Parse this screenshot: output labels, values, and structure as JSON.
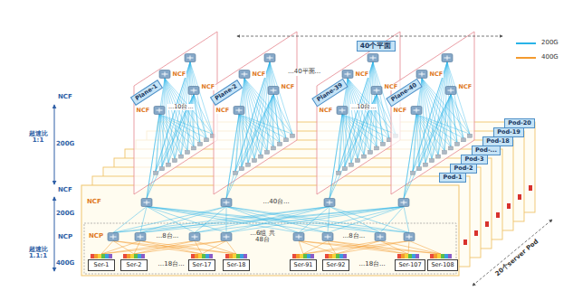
{
  "diagram": {
    "nodes": [
      {
        "text": [
          "40个平面"
        ]
      },
      {
        "text": [
          "Plane-1"
        ]
      },
      {
        "text": [
          "Plane-2"
        ]
      },
      {
        "text": [
          "Plane-39"
        ]
      },
      {
        "text": [
          "Plane-40"
        ]
      },
      {
        "text": [
          "Pod-20"
        ]
      },
      {
        "text": [
          "Pod-19"
        ]
      },
      {
        "text": [
          "Pod-18"
        ]
      },
      {
        "text": [
          "Pod-..."
        ]
      },
      {
        "text": [
          "Pod-3"
        ]
      },
      {
        "text": [
          "Pod-2"
        ]
      },
      {
        "text": [
          "Pod-1"
        ]
      },
      {
        "text": [
          "Ser-1"
        ]
      },
      {
        "text": [
          "Ser-2"
        ]
      },
      {
        "text": [
          "Ser-17"
        ]
      },
      {
        "text": [
          "Ser-18"
        ]
      },
      {
        "text": [
          "Ser-91"
        ]
      },
      {
        "text": [
          "Ser-92"
        ]
      },
      {
        "text": [
          "Ser-107"
        ]
      },
      {
        "text": [
          "Ser-108"
        ]
      }
    ],
    "labels": [
      "...40平面...",
      "NCF",
      "NCF",
      "NCF",
      "...10台...",
      "NCF",
      "NCF",
      "NCF",
      "NCF",
      "NCF",
      "NCF",
      "...10台...",
      "NCF",
      "NCF",
      "NCF",
      "NCF",
      "超速比 1:1",
      "200G",
      "NCF",
      "200G",
      "NCP",
      "超速比 1.1:1",
      "400G",
      "NCF",
      "...40台...",
      "NCP",
      "...8台...",
      "...6组 共48台",
      "...8台...",
      "...18台...",
      "...18台...",
      "20个server Pod"
    ],
    "legend": [
      {
        "text": "200G"
      },
      {
        "text": "400G"
      }
    ]
  }
}
